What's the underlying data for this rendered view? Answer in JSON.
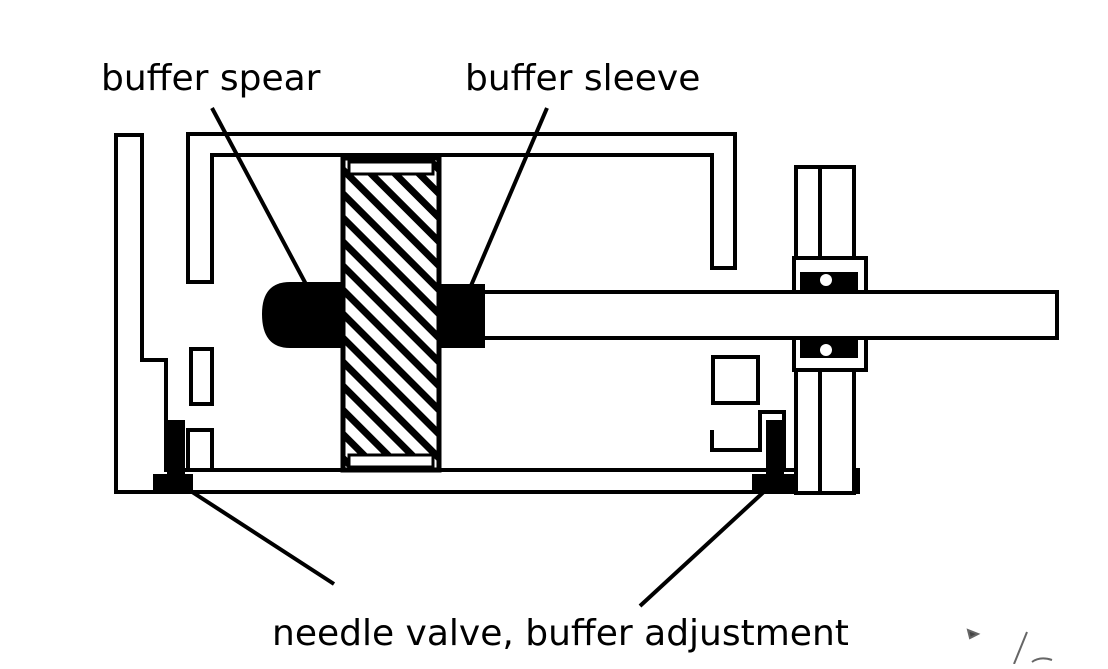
{
  "labels": {
    "buffer_spear": "buffer spear",
    "buffer_sleeve": "buffer sleeve",
    "needle_valve": "needle valve, buffer adjustment"
  },
  "colors": {
    "ink": "#000000",
    "paper": "#ffffff"
  }
}
